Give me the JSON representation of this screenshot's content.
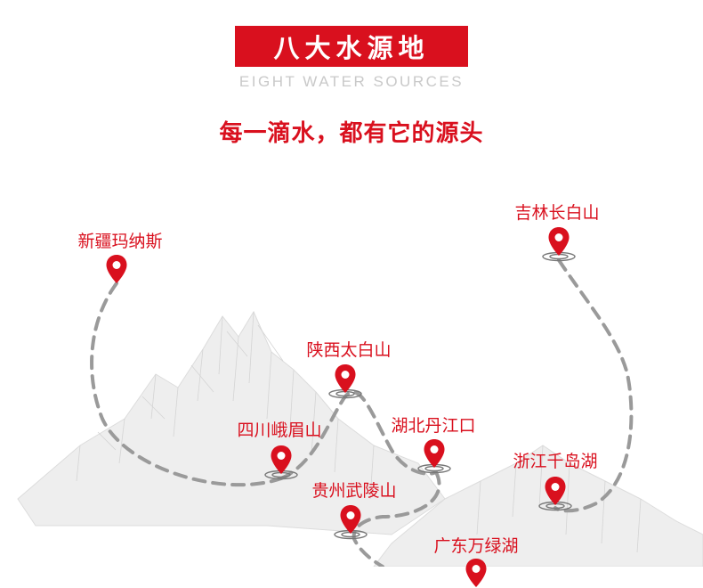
{
  "header": {
    "title": "八大水源地",
    "subtitle": "EIGHT WATER SOURCES",
    "slogan": "每一滴水，都有它的源头"
  },
  "colors": {
    "accent": "#d9101e",
    "route": "#9a9a9a",
    "subtitle": "#c9c9c9",
    "mountain": "#e4e4e4"
  },
  "places": [
    {
      "name": "新疆玛纳斯",
      "icon": "map-pin-icon"
    },
    {
      "name": "吉林长白山",
      "icon": "map-pin-icon"
    },
    {
      "name": "陕西太白山",
      "icon": "map-pin-icon"
    },
    {
      "name": "湖北丹江口",
      "icon": "map-pin-icon"
    },
    {
      "name": "四川峨眉山",
      "icon": "map-pin-icon"
    },
    {
      "name": "浙江千岛湖",
      "icon": "map-pin-icon"
    },
    {
      "name": "贵州武陵山",
      "icon": "map-pin-icon"
    },
    {
      "name": "广东万绿湖",
      "icon": "map-pin-icon"
    }
  ]
}
